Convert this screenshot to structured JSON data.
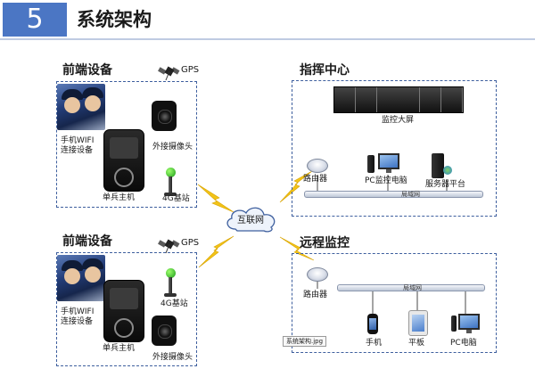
{
  "header": {
    "number": "5",
    "title": "系统架构"
  },
  "front_top": {
    "title": "前端设备",
    "gps": "GPS",
    "phone_wifi": [
      "手机WIFI",
      "连接设备"
    ],
    "camera": "外接摄像头",
    "host": "单兵主机",
    "base_station": "4G基站"
  },
  "front_bottom": {
    "title": "前端设备",
    "gps": "GPS",
    "phone_wifi": [
      "手机WIFI",
      "连接设备"
    ],
    "base_station": "4G基站",
    "host": "单兵主机",
    "camera": "外接摄像头"
  },
  "internet": "互联网",
  "command": {
    "title": "指挥中心",
    "screen": "监控大屏",
    "router": "路由器",
    "pc": "PC监控电脑",
    "server": "服务器平台",
    "lan": "局域网"
  },
  "remote": {
    "title": "远程监控",
    "router": "路由器",
    "lan": "局域网",
    "phone": "手机",
    "tablet": "平板",
    "pc": "PC电脑"
  },
  "image_tag": "系统架构.jpg",
  "colors": {
    "accent": "#4b76c4",
    "dash": "#3e5f9e",
    "lightning": "#f2c318"
  },
  "icons": [
    "satellite-icon",
    "officer-photo",
    "camera-icon",
    "host-device-icon",
    "tower-icon",
    "cloud-icon",
    "router-icon",
    "monitor-wall-icon",
    "pc-icon",
    "server-icon",
    "phone-icon",
    "tablet-icon",
    "lightning-icon"
  ]
}
